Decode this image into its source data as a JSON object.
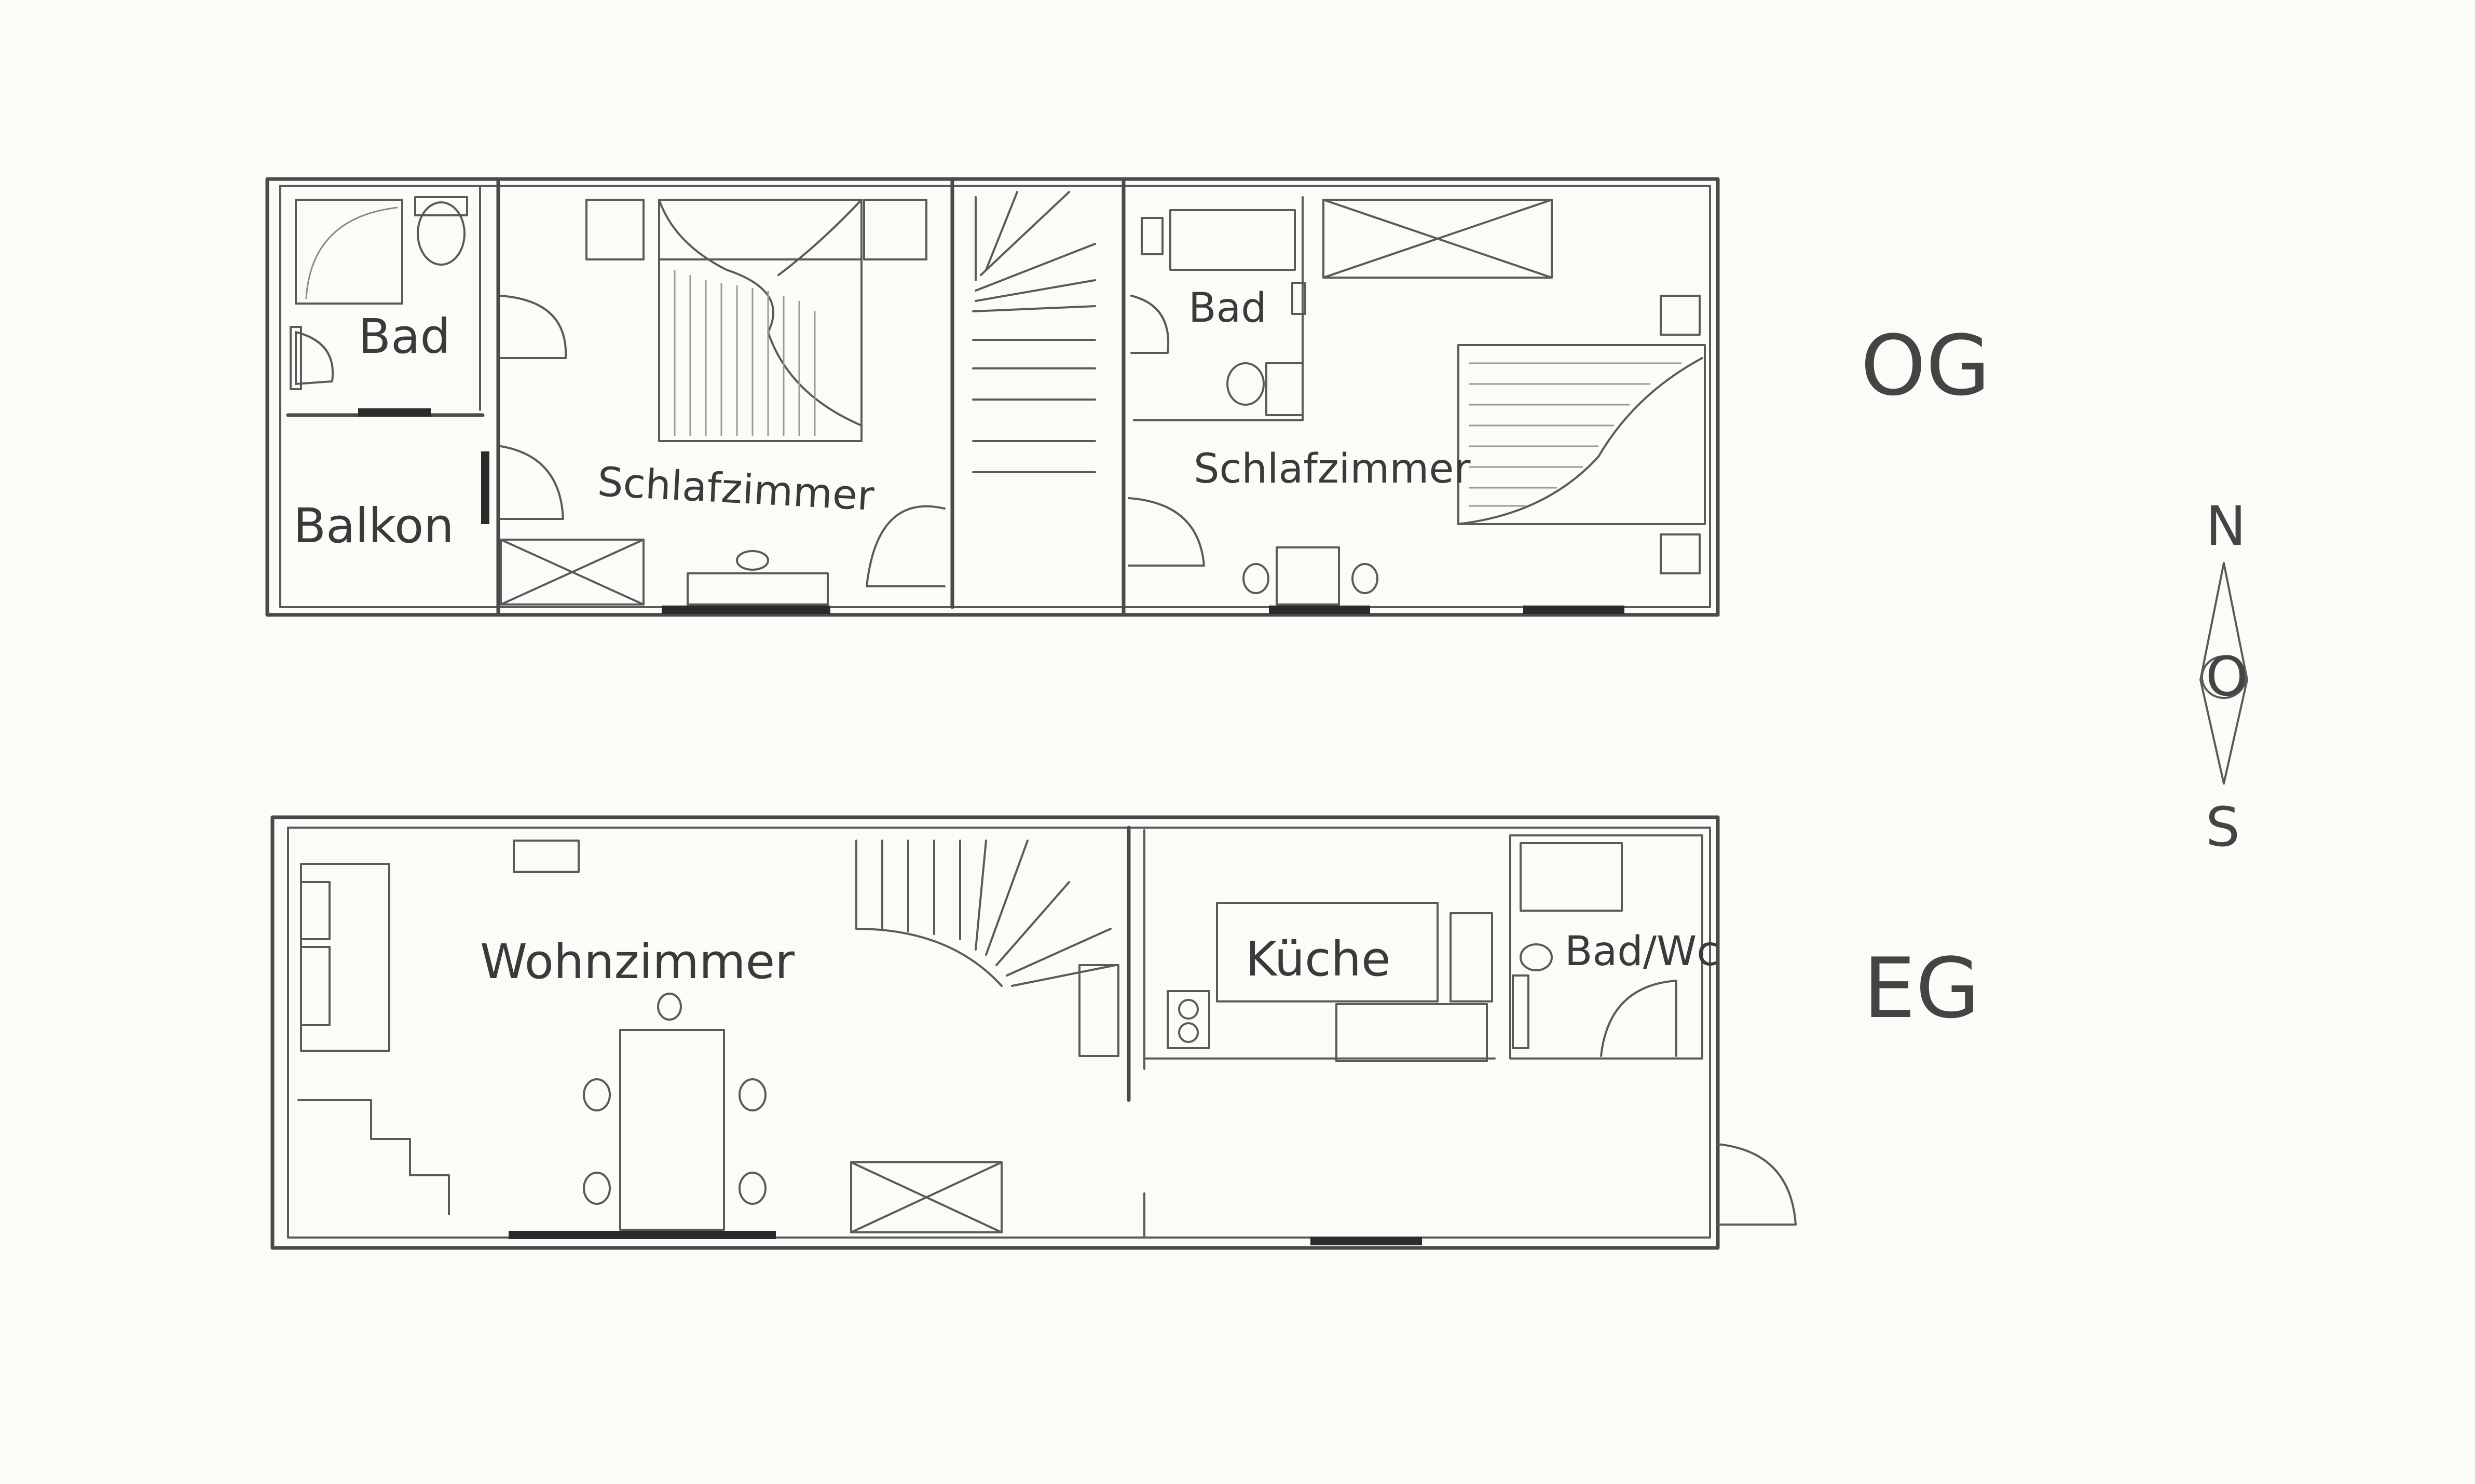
{
  "floors": {
    "og": {
      "label": "OG"
    },
    "eg": {
      "label": "EG"
    }
  },
  "rooms": {
    "og_bad_left": "Bad",
    "og_balkon": "Balkon",
    "og_schlafzimmer_left": "Schlafzimmer",
    "og_bad_right": "Bad",
    "og_schlafzimmer_right": "Schlafzimmer",
    "eg_wohnzimmer": "Wohnzimmer",
    "eg_kueche": "Küche",
    "eg_bad_wc": "Bad/Wc"
  },
  "compass": {
    "north": "N",
    "center": "O",
    "south": "S"
  }
}
